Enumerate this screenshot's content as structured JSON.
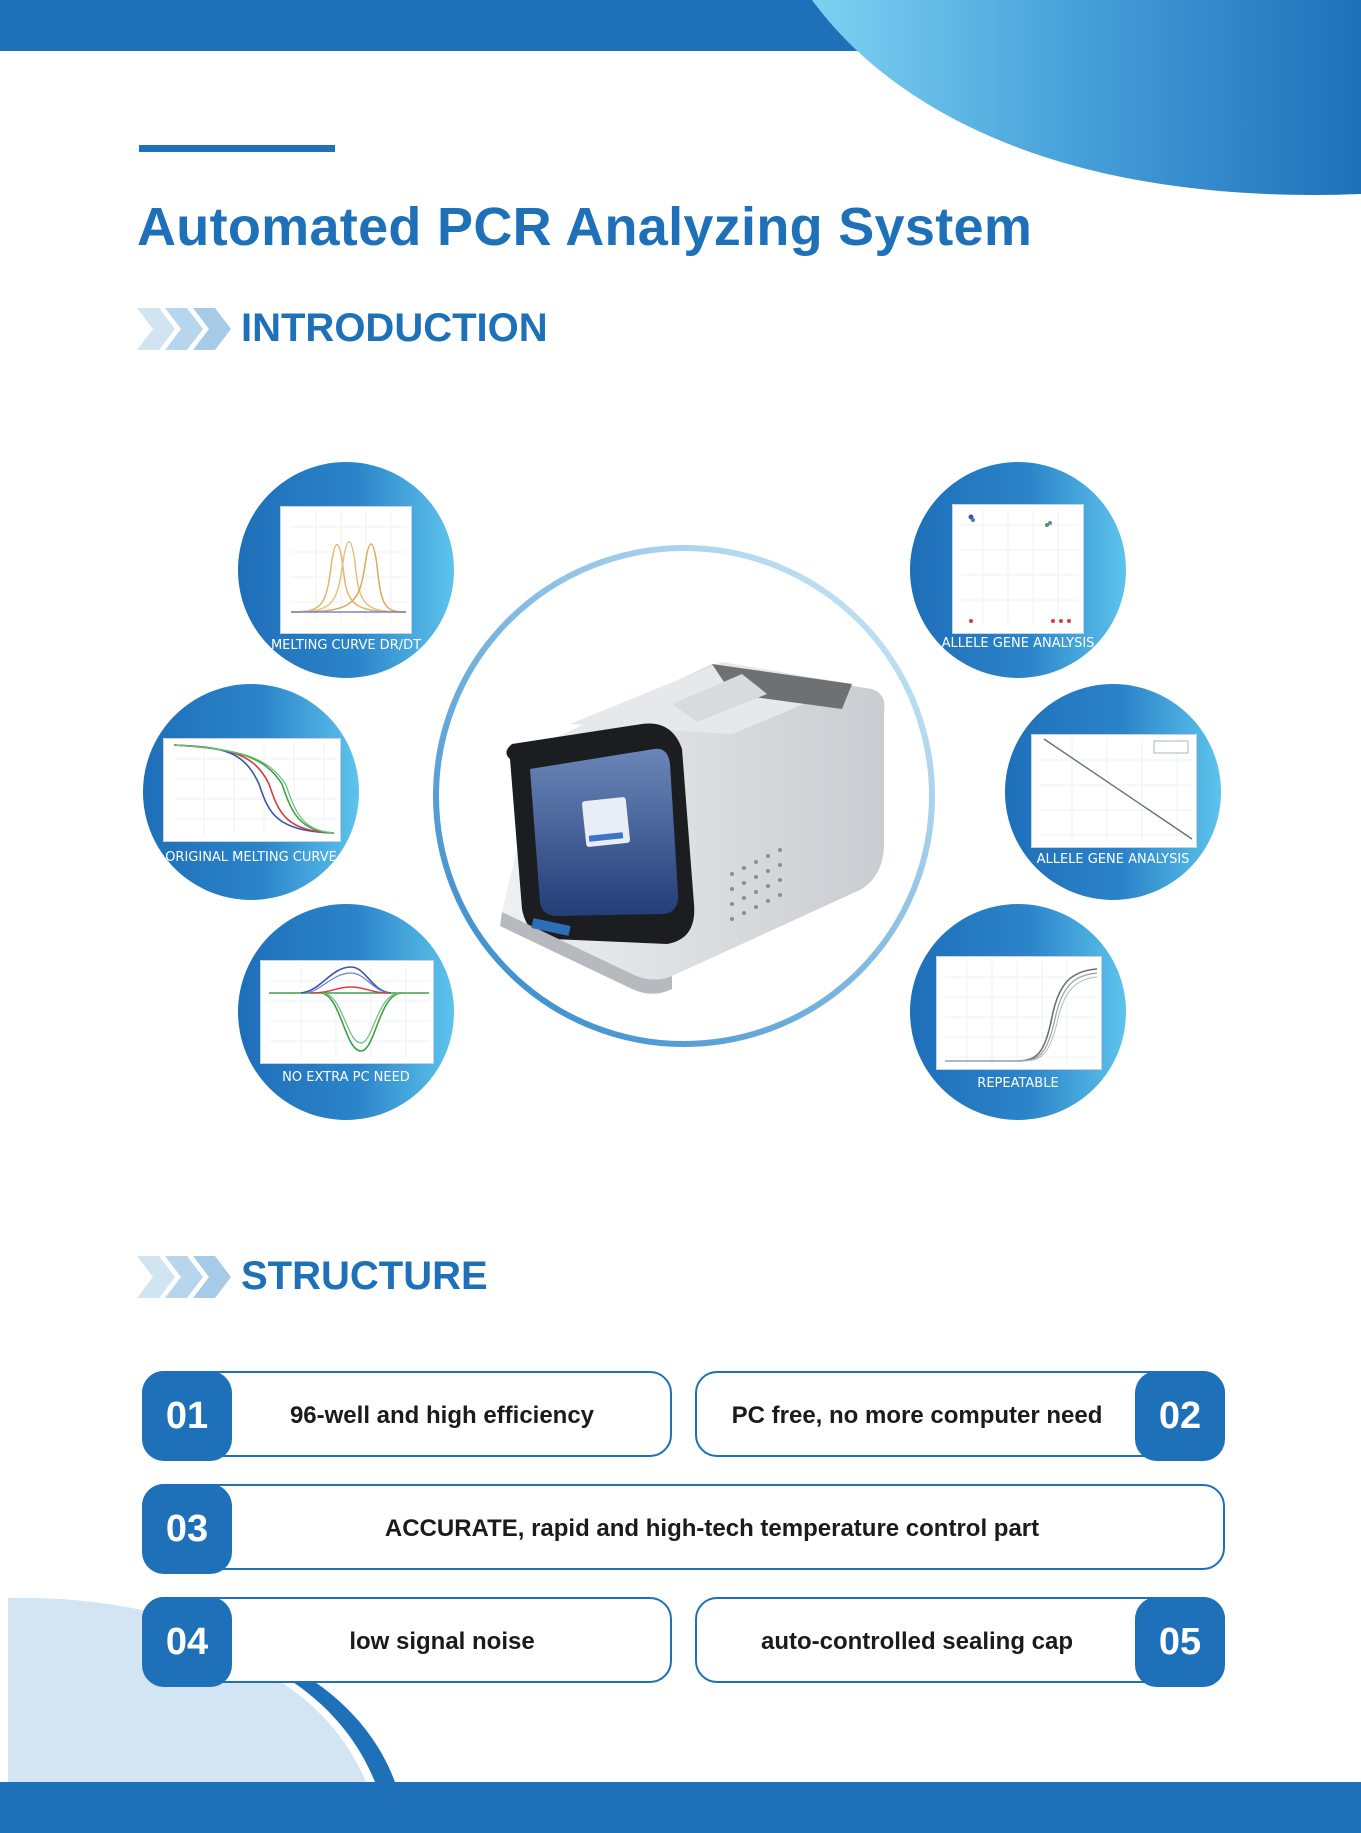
{
  "header": {
    "title": "Automated PCR Analyzing System"
  },
  "intro": {
    "heading": "INTRODUCTION",
    "features": [
      {
        "caption": "MELTING CURVE DR/DT"
      },
      {
        "caption": "ORIGINAL MELTING CURVE"
      },
      {
        "caption": "NO EXTRA PC NEED"
      },
      {
        "caption": "ALLELE GENE ANALYSIS"
      },
      {
        "caption": "ALLELE GENE ANALYSIS"
      },
      {
        "caption": "REPEATABLE"
      }
    ]
  },
  "structure": {
    "heading": "STRUCTURE",
    "items": [
      {
        "num": "01",
        "text": "96-well and high efficiency"
      },
      {
        "num": "02",
        "text": "PC free, no more computer need"
      },
      {
        "num": "03",
        "text": "ACCURATE, rapid and high-tech temperature control part"
      },
      {
        "num": "04",
        "text": "low signal noise"
      },
      {
        "num": "05",
        "text": "auto-controlled sealing cap"
      }
    ]
  },
  "colors": {
    "brand_blue": "#1e70b8",
    "light_blue": "#5dc4ec",
    "pale_blue": "#d3e5f2"
  },
  "icons": {
    "section_marker": "chevron-arrows-icon",
    "device": "pcr-instrument-illustration"
  }
}
